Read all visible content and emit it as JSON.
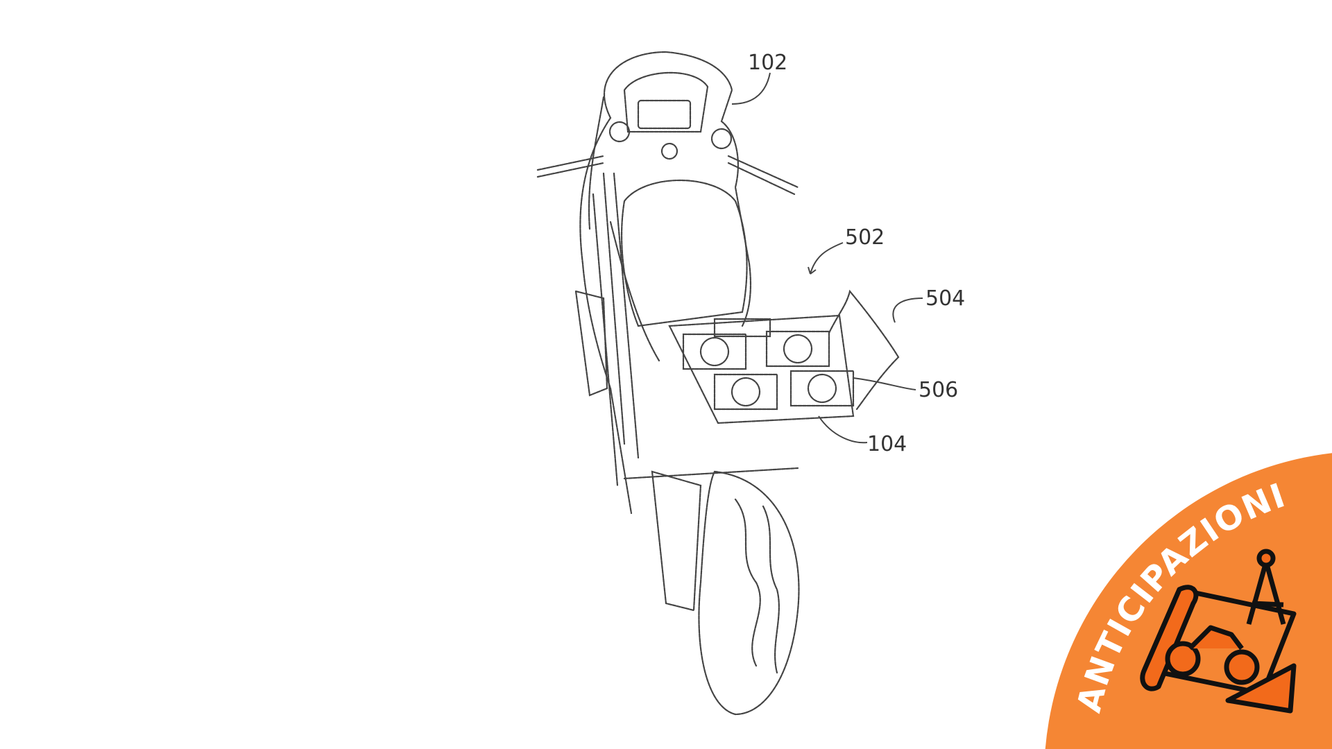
{
  "figure": {
    "labels": {
      "l102": "102",
      "l502": "502",
      "l504": "504",
      "l506": "506",
      "l104": "104"
    }
  },
  "badge": {
    "text": "ANTICIPAZIONI",
    "color": "#f58634",
    "text_color": "#ffffff",
    "icon": "blueprint-motorcycle-compass-icon"
  }
}
